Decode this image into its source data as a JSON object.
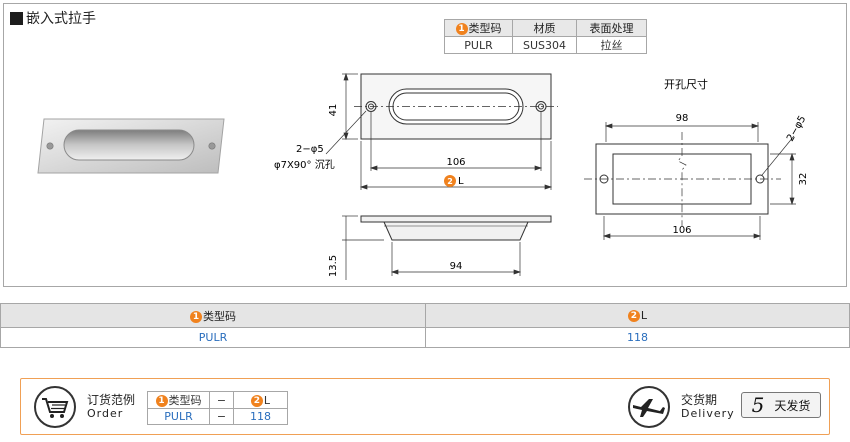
{
  "section": {
    "title": "嵌入式拉手"
  },
  "spec_table": {
    "headers": [
      {
        "num": "1",
        "label": "类型码"
      },
      {
        "num": "",
        "label": "材质"
      },
      {
        "num": "",
        "label": "表面处理"
      }
    ],
    "row": [
      "PULR",
      "SUS304",
      "拉丝"
    ]
  },
  "drawing": {
    "dim_41": "41",
    "dim_2phi5_a": "2−φ5",
    "dim_countersink": "φ7X90° 沉孔",
    "dim_106_top": "106",
    "dim_L_num": "2",
    "dim_L": "L",
    "dim_13_5": "13.5",
    "dim_94": "94",
    "cutout_title": "开孔尺寸",
    "dim_98": "98",
    "dim_2phi5_b": "2−φ5",
    "dim_32": "32",
    "dim_106_cut": "106"
  },
  "data_table": {
    "headers": [
      {
        "num": "1",
        "label": "类型码"
      },
      {
        "num": "2",
        "label": "L"
      }
    ],
    "row": [
      "PULR",
      "118"
    ]
  },
  "order": {
    "label_cn": "订货范例",
    "label_en": "Order",
    "headers": [
      {
        "num": "1",
        "label": "类型码"
      },
      {
        "num": "",
        "label": "−"
      },
      {
        "num": "2",
        "label": "L"
      }
    ],
    "row": [
      "PULR",
      "−",
      "118"
    ],
    "icon": "cart-icon"
  },
  "delivery": {
    "label_cn": "交货期",
    "label_en": "Delivery",
    "days": "5",
    "unit": "天发货",
    "icon": "airplane-icon"
  },
  "colors": {
    "accent": "#f0821e",
    "value_blue": "#2a6ebd",
    "border": "#a7a7a7"
  }
}
